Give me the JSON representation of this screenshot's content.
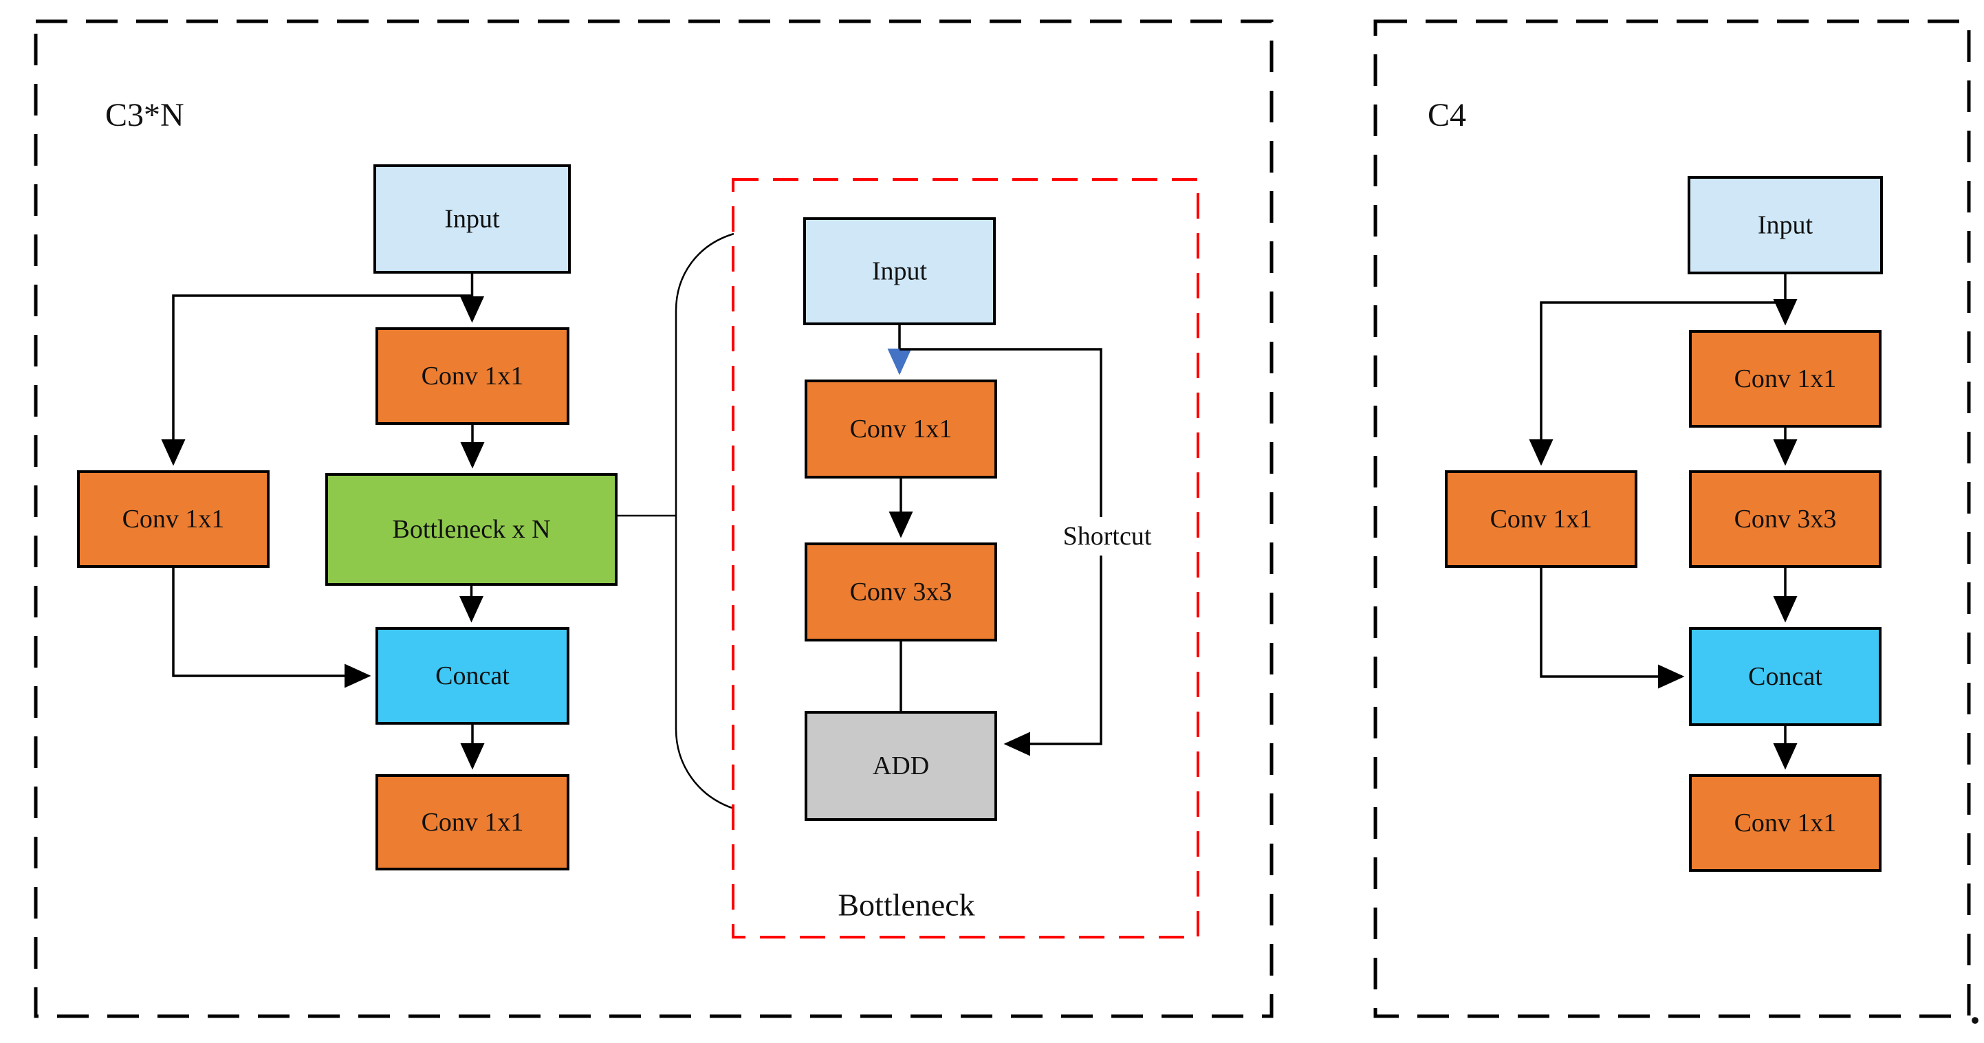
{
  "figure": {
    "c3n": {
      "label": "C3*N",
      "boxes": {
        "input": "Input",
        "conv_top": "Conv 1x1",
        "bottleneck_n": "Bottleneck x N",
        "conv_left": "Conv 1x1",
        "concat": "Concat",
        "conv_bottom": "Conv 1x1"
      }
    },
    "bottleneck_detail": {
      "caption": "Bottleneck",
      "shortcut_label": "Shortcut",
      "boxes": {
        "input": "Input",
        "conv_1x1": "Conv 1x1",
        "conv_3x3": "Conv 3x3",
        "add": "ADD"
      }
    },
    "c4": {
      "label": "C4",
      "boxes": {
        "input": "Input",
        "conv_top": "Conv 1x1",
        "conv_left": "Conv 1x1",
        "conv_3x3": "Conv 3x3",
        "concat": "Concat",
        "conv_bottom": "Conv 1x1"
      }
    },
    "caption_period": ".",
    "colors": {
      "input_fill": "#CFE7F7",
      "conv_fill": "#ED7D31",
      "bottleneck_fill": "#8FC94B",
      "concat_fill": "#3FC8F5",
      "add_fill": "#C9C9C9",
      "red_dashed": "#FF0000",
      "line": "#000000",
      "blue_arrow": "#4472C4"
    }
  }
}
